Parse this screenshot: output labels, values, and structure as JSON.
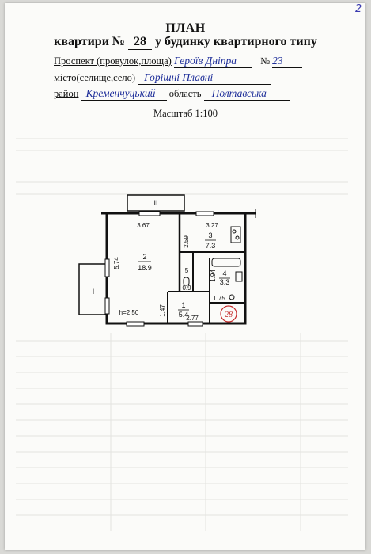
{
  "corner_mark": "2",
  "header": {
    "title": "ПЛАН",
    "subtitle_prefix": "квартири №",
    "apartment_no": "28",
    "subtitle_suffix": "у будинку квартирного типу"
  },
  "address": {
    "street_label": "Проспект (провулок,площа)",
    "street_value": "Героїв Дніпра",
    "house_no_label": "№",
    "house_no_value": "23",
    "city_label": "місто",
    "city_label_rest": "(селище,село)",
    "city_value": "Горішні Плавні",
    "district_label": "район",
    "district_value": "Кременчуцький",
    "region_label": "область",
    "region_value": "Полтавська"
  },
  "scale": "Масштаб 1:100",
  "plan": {
    "balcony_label": "II",
    "loggia_label": "I",
    "circle_label": "28",
    "height_label": "h=2.50",
    "dimensions": [
      "3.67",
      "3.27",
      "2.59",
      "5.74",
      "1.94",
      "1.75",
      "1.47",
      "2.77"
    ],
    "rooms": [
      {
        "no": "1",
        "area": "5.4"
      },
      {
        "no": "2",
        "area": "18.9"
      },
      {
        "no": "3",
        "area": "7.3"
      },
      {
        "no": "4",
        "area": "3.3"
      },
      {
        "no": "5",
        "area": "0.9"
      }
    ]
  }
}
